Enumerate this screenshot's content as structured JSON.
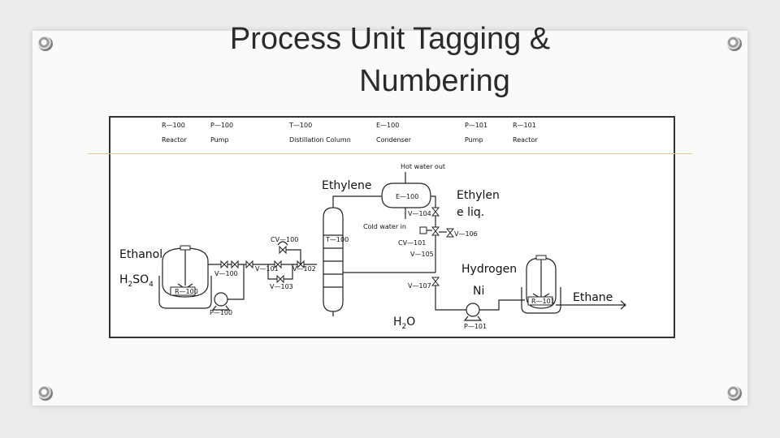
{
  "title": {
    "line1": "Process Unit Tagging &",
    "line2": "Numbering"
  },
  "header": {
    "tags": [
      "R—100",
      "P—100",
      "T—100",
      "E—100",
      "P—101",
      "R—101"
    ],
    "names": [
      "Reactor",
      "Pump",
      "Distillation Column",
      "Condenser",
      "Pump",
      "Reactor"
    ]
  },
  "labels": {
    "hot_water_out": "Hot water out",
    "cold_water_in": "Cold water in",
    "ethylene": "Ethylene",
    "ethylene_liq_1": "Ethylen",
    "ethylene_liq_2": "e liq.",
    "ethanol": "Ethanol",
    "h2so4_main": "H",
    "h2so4_sub1": "2",
    "h2so4_mid": "SO",
    "h2so4_sub2": "4",
    "h2o_main": "H",
    "h2o_sub": "2",
    "h2o_end": "O",
    "hydrogen": "Hydrogen",
    "ni": "Ni",
    "ethane": "Ethane"
  },
  "tags": {
    "r100": "R—100",
    "p100": "P—100",
    "t100": "T—100",
    "e100": "E—100",
    "p101": "P—101",
    "r101": "R—101",
    "cv100": "CV—100",
    "cv101": "CV—101",
    "v100": "V—100",
    "v101": "V—101",
    "v102": "V—102",
    "v103": "V—103",
    "v104": "V—104",
    "v105": "V—105",
    "v106": "V—106",
    "v107": "V—107"
  }
}
